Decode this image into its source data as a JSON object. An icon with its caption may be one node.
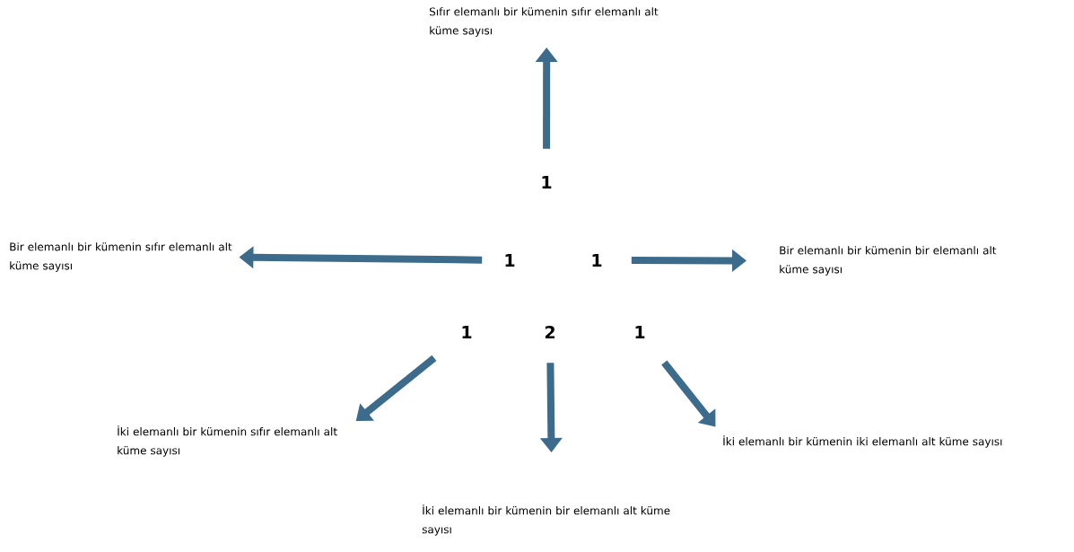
{
  "diagram": {
    "nodes": [
      {
        "text": [
          "Sıfır elemanlı bir kümenin sıfır elemanlı alt küme sayısı"
        ]
      },
      {
        "text": [
          "1"
        ]
      },
      {
        "text": [
          "Bir elemanlı bir kümenin sıfır elemanlı alt küme sayısı"
        ]
      },
      {
        "text": [
          "1"
        ]
      },
      {
        "text": [
          "1"
        ]
      },
      {
        "text": [
          "Bir elemanlı bir kümenin bir elemanlı alt küme sayısı"
        ]
      },
      {
        "text": [
          "1"
        ]
      },
      {
        "text": [
          "2"
        ]
      },
      {
        "text": [
          "1"
        ]
      },
      {
        "text": [
          "İki elemanlı bir kümenin sıfır elemanlı alt küme sayısı"
        ]
      },
      {
        "text": [
          "İki elemanlı bir kümenin iki elemanlı alt küme sayısı"
        ]
      },
      {
        "text": [
          "İki elemanlı bir kümenin bir elemanlı alt küme sayısı"
        ]
      }
    ],
    "edges": [
      {
        "from": 1,
        "to": 0,
        "arrow": "to"
      },
      {
        "from": 3,
        "to": 2,
        "arrow": "to"
      },
      {
        "from": 4,
        "to": 5,
        "arrow": "to"
      },
      {
        "from": 6,
        "to": 9,
        "arrow": "to"
      },
      {
        "from": 7,
        "to": 11,
        "arrow": "to"
      },
      {
        "from": 8,
        "to": 10,
        "arrow": "to"
      }
    ]
  }
}
